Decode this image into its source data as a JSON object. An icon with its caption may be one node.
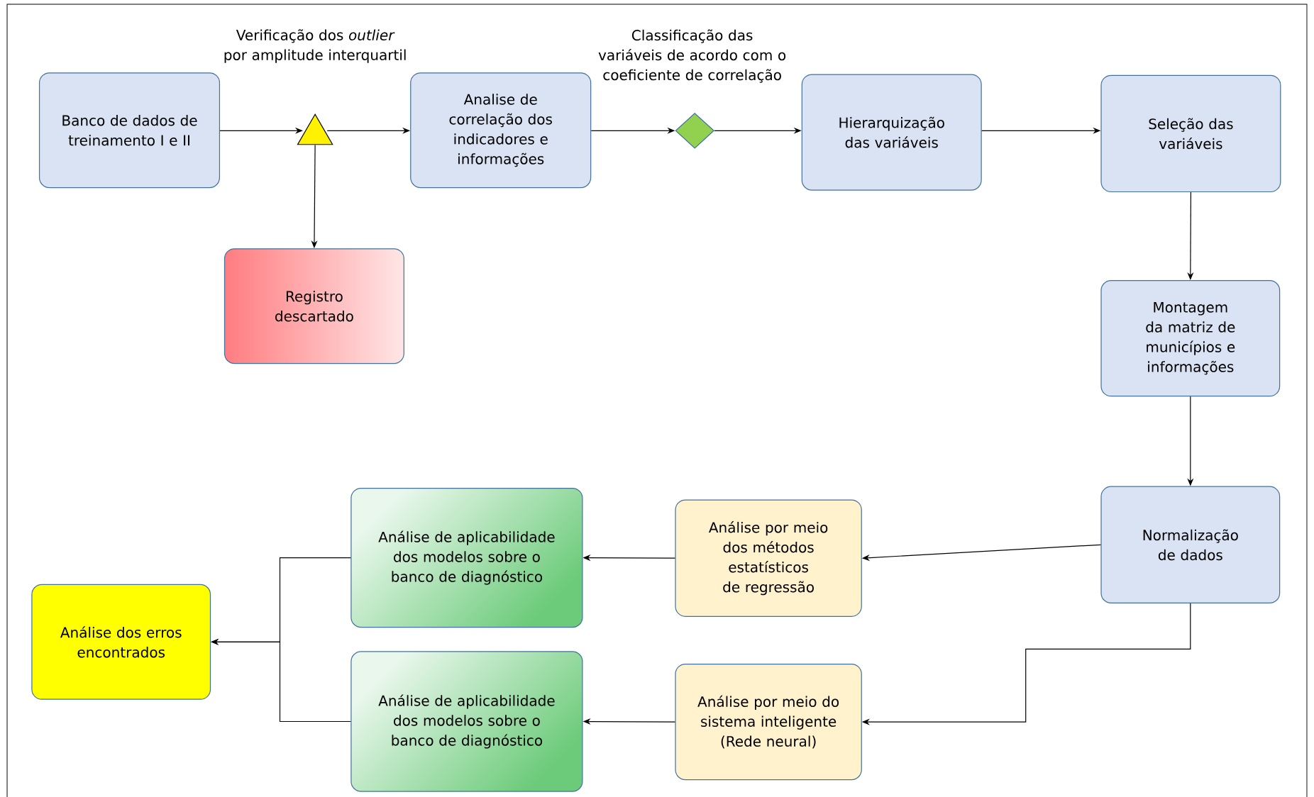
{
  "diagram": {
    "nodes": [
      {
        "text": [
          "Banco de dados de treinamento I e II"
        ]
      },
      {
        "text": [],
        "shape": "triangle"
      },
      {
        "text": [
          "Analise de correlação dos indicadores e informações"
        ]
      },
      {
        "text": [],
        "shape": "diamond"
      },
      {
        "text": [
          "Hierarquização das variáveis"
        ]
      },
      {
        "text": [
          "Seleção das variáveis"
        ]
      },
      {
        "text": [
          "Registro descartado"
        ]
      },
      {
        "text": [
          "Montagem da matriz de municípios e informações"
        ]
      },
      {
        "text": [
          "Normalização de dados"
        ]
      },
      {
        "text": [
          "Análise por meio dos métodos estatísticos de regressão"
        ]
      },
      {
        "text": [
          "Análise por meio do sistema inteligente (Rede neural)"
        ]
      },
      {
        "text": [
          "Análise de aplicabilidade dos modelos sobre o banco de diagnóstico"
        ]
      },
      {
        "text": [
          "Análise de aplicabilidade dos modelos sobre o banco de diagnóstico"
        ]
      },
      {
        "text": [
          "Análise dos erros encontrados"
        ]
      }
    ],
    "edges": [
      {
        "from": 0,
        "to": 1,
        "arrow": "to"
      },
      {
        "from": 1,
        "to": 2,
        "arrow": "to"
      },
      {
        "from": 2,
        "to": 3,
        "arrow": "to"
      },
      {
        "from": 3,
        "to": 4,
        "arrow": "to"
      },
      {
        "from": 4,
        "to": 5,
        "arrow": "to"
      },
      {
        "from": 1,
        "to": 6,
        "arrow": "to"
      },
      {
        "from": 5,
        "to": 7,
        "arrow": "to"
      },
      {
        "from": 7,
        "to": 8,
        "arrow": "to"
      },
      {
        "from": 8,
        "to": 9,
        "arrow": "to"
      },
      {
        "from": 8,
        "to": 10,
        "arrow": "to"
      },
      {
        "from": 9,
        "to": 11,
        "arrow": "to"
      },
      {
        "from": 10,
        "to": 12,
        "arrow": "to"
      },
      {
        "from": 11,
        "to": 13,
        "arrow": "to"
      },
      {
        "from": 12,
        "to": 13,
        "arrow": "to"
      }
    ],
    "labels": [
      "Verificação dos *outlier* por amplitude interquartil",
      "Classificação das variáveis de acordo com o coeficiente de correlação"
    ]
  }
}
